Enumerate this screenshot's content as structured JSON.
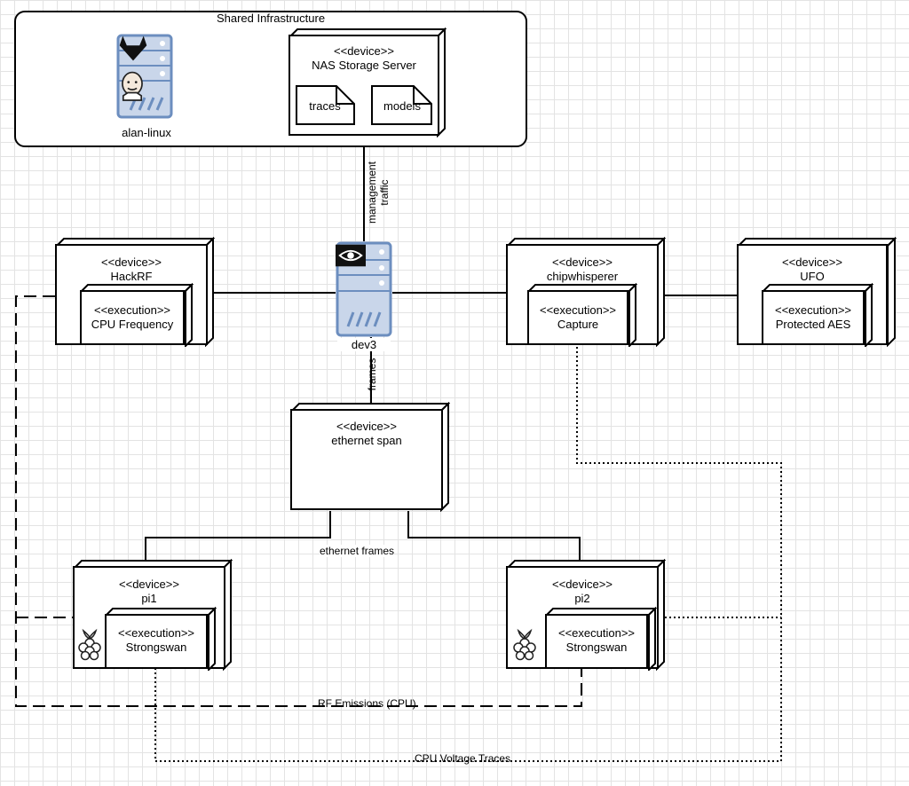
{
  "infra": {
    "group_label": "Shared Infrastructure",
    "host_label": "alan-linux",
    "nas_stereotype": "<<device>>",
    "nas_name": "NAS Storage Server",
    "artifacts": [
      "traces",
      "models"
    ]
  },
  "links": {
    "management_1": "management",
    "management_2": "traffic",
    "frames": "frames",
    "ethernet_frames": "ethernet frames",
    "rf_emissions": "RF Emissions (CPU)",
    "cpu_voltage": "CPU Voltage Traces"
  },
  "dev3": {
    "label": "dev3"
  },
  "hackrf": {
    "stereotype": "<<device>>",
    "name": "HackRF",
    "exec_stereotype": "<<execution>>",
    "exec_name": "CPU Frequency"
  },
  "chipwhisperer": {
    "stereotype": "<<device>>",
    "name": "chipwhisperer",
    "exec_stereotype": "<<execution>>",
    "exec_name": "Capture"
  },
  "ufo": {
    "stereotype": "<<device>>",
    "name": "UFO",
    "exec_stereotype": "<<execution>>",
    "exec_name": "Protected AES"
  },
  "span": {
    "stereotype": "<<device>>",
    "name": "ethernet span"
  },
  "pi1": {
    "stereotype": "<<device>>",
    "name": "pi1",
    "exec_stereotype": "<<execution>>",
    "exec_name": "Strongswan"
  },
  "pi2": {
    "stereotype": "<<device>>",
    "name": "pi2",
    "exec_stereotype": "<<execution>>",
    "exec_name": "Strongswan"
  },
  "icons": [
    "gitlab-icon",
    "jenkins-icon",
    "nvidia-icon",
    "raspberry-pi-icon",
    "server-rack-icon"
  ],
  "colors": {
    "server_fill": "#c9d6ea",
    "server_stroke": "#6c8ebf",
    "grid": "#e3e3e3"
  }
}
